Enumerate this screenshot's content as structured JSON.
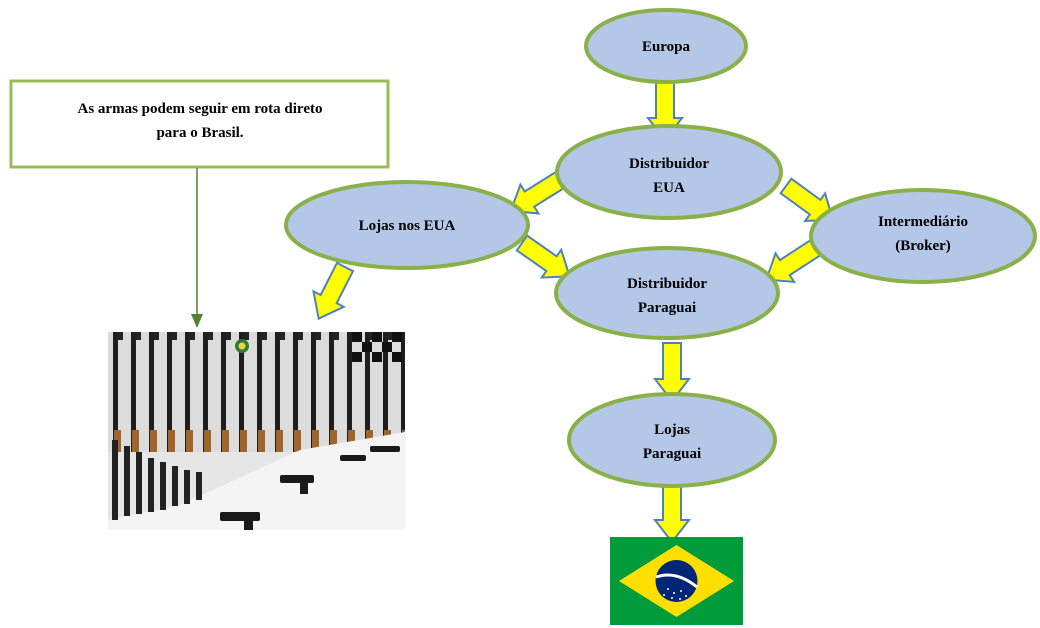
{
  "nodes": {
    "europa": {
      "line1": "Europa"
    },
    "distribuidor_eua": {
      "line1": "Distribuidor",
      "line2": "EUA"
    },
    "lojas_eua": {
      "line1": "Lojas nos EUA"
    },
    "intermediario": {
      "line1": "Intermediário",
      "line2": "(Broker)"
    },
    "distribuidor_paraguai": {
      "line1": "Distribuidor",
      "line2": "Paraguai"
    },
    "lojas_paraguai": {
      "line1": "Lojas",
      "line2": "Paraguai"
    }
  },
  "note": {
    "line1": "As armas podem seguir em rota direto",
    "line2": "para o Brasil."
  },
  "images": {
    "weapons_photo": "photo-of-seized-rifles",
    "destination_flag": "flag-of-brazil"
  },
  "colors": {
    "node_fill": "#b4c7e7",
    "node_stroke": "#8ab04a",
    "arrow_fill": "#ffff00",
    "arrow_stroke": "#4f81bd",
    "note_border": "#9bbb59",
    "connector": "#538135",
    "flag_green": "#009c3b",
    "flag_yellow": "#ffdf00",
    "flag_blue": "#002776"
  }
}
